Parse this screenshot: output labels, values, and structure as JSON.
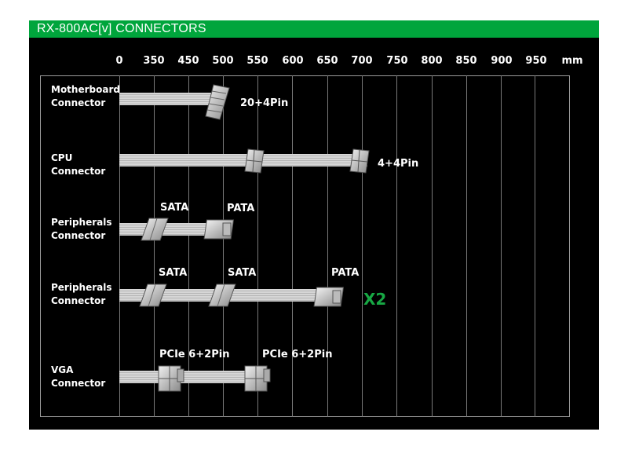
{
  "title": "RX-800AC[v] CONNECTORS",
  "axis": {
    "ticks": [
      "0",
      "350",
      "450",
      "500",
      "550",
      "600",
      "650",
      "700",
      "750",
      "800",
      "850",
      "900",
      "950"
    ],
    "unit": "mm"
  },
  "rows": [
    {
      "label_line1": "Motherboard",
      "label_line2": "Connector",
      "connectors": [
        "20+4Pin"
      ]
    },
    {
      "label_line1": "CPU",
      "label_line2": "Connector",
      "connectors": [
        "4+4Pin"
      ]
    },
    {
      "label_line1": "Peripherals",
      "label_line2": "Connector",
      "connectors": [
        "SATA",
        "PATA"
      ]
    },
    {
      "label_line1": "Peripherals",
      "label_line2": "Connector",
      "connectors": [
        "SATA",
        "SATA",
        "PATA"
      ],
      "multiplier": "X2"
    },
    {
      "label_line1": "VGA",
      "label_line2": "Connector",
      "connectors": [
        "PCIe 6+2Pin",
        "PCIe 6+2Pin"
      ]
    }
  ],
  "colors": {
    "header": "#00a53c",
    "multiplier": "#17a844",
    "background": "#000000"
  }
}
